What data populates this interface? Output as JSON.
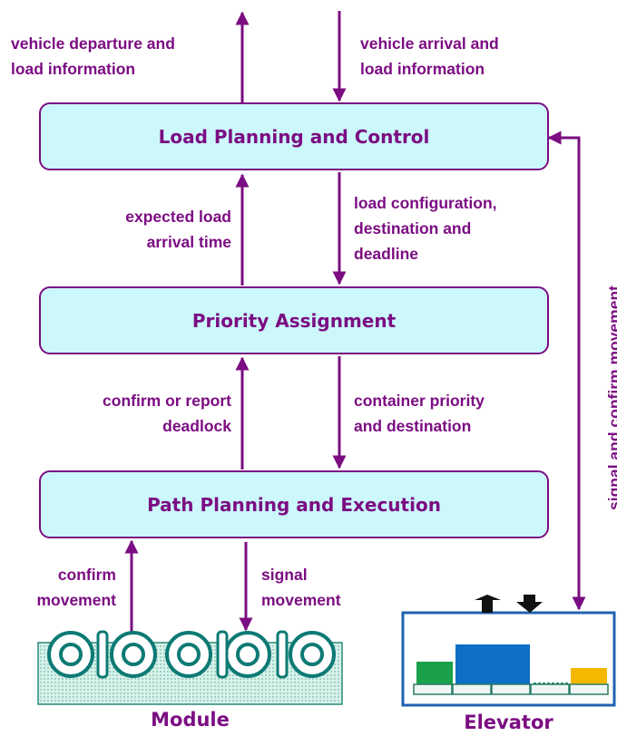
{
  "boxes": {
    "load_planning": "Load Planning and Control",
    "priority_assignment": "Priority Assignment",
    "path_planning": "Path Planning and Execution"
  },
  "flows": {
    "vehicle_departure": "vehicle departure and\nload information",
    "vehicle_arrival": "vehicle arrival and\nload information",
    "expected_arrival": "expected load\narrival time",
    "load_config": "load configuration,\ndestination and\ndeadline",
    "confirm_deadlock": "confirm or report\ndeadlock",
    "container_priority": "container priority\nand destination",
    "confirm_movement": "confirm\nmovement",
    "signal_movement": "signal\nmovement",
    "signal_confirm": "signal and confirm movement"
  },
  "components": {
    "module": "Module",
    "elevator": "Elevator"
  },
  "colors": {
    "line": "#7b0d82",
    "box_fill": "#ccf8fb",
    "module_fill": "#cfeee6",
    "elevator_border": "#1f63b0",
    "block_green": "#1aa14a",
    "block_blue": "#0e6fc4",
    "block_yellow": "#f5b800"
  }
}
